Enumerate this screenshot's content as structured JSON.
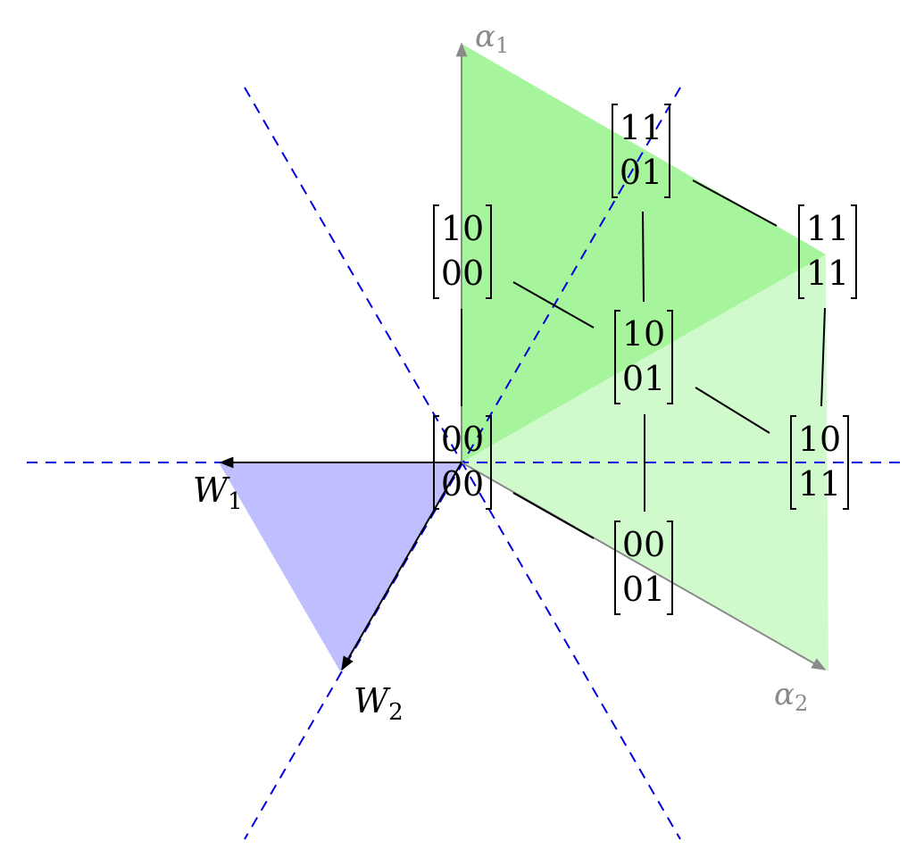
{
  "axes": {
    "alpha1": {
      "symbol": "α",
      "subscript": "1",
      "color": "#8a8a8a"
    },
    "alpha2": {
      "symbol": "α",
      "subscript": "2",
      "color": "#8a8a8a"
    }
  },
  "weights": {
    "w1": {
      "symbol": "W",
      "subscript": "1"
    },
    "w2": {
      "symbol": "W",
      "subscript": "2"
    }
  },
  "matrices": {
    "m0000": {
      "top": "00",
      "bottom": "00"
    },
    "m1000": {
      "top": "10",
      "bottom": "00"
    },
    "m0001": {
      "top": "00",
      "bottom": "01"
    },
    "m1001": {
      "top": "10",
      "bottom": "01"
    },
    "m1101": {
      "top": "11",
      "bottom": "01"
    },
    "m1011": {
      "top": "10",
      "bottom": "11"
    },
    "m1111": {
      "top": "11",
      "bottom": "11"
    }
  },
  "colors": {
    "green_fill": "#7cf06c",
    "blue_fill": "#8080ff",
    "dashed_lines": "#0000dd"
  }
}
